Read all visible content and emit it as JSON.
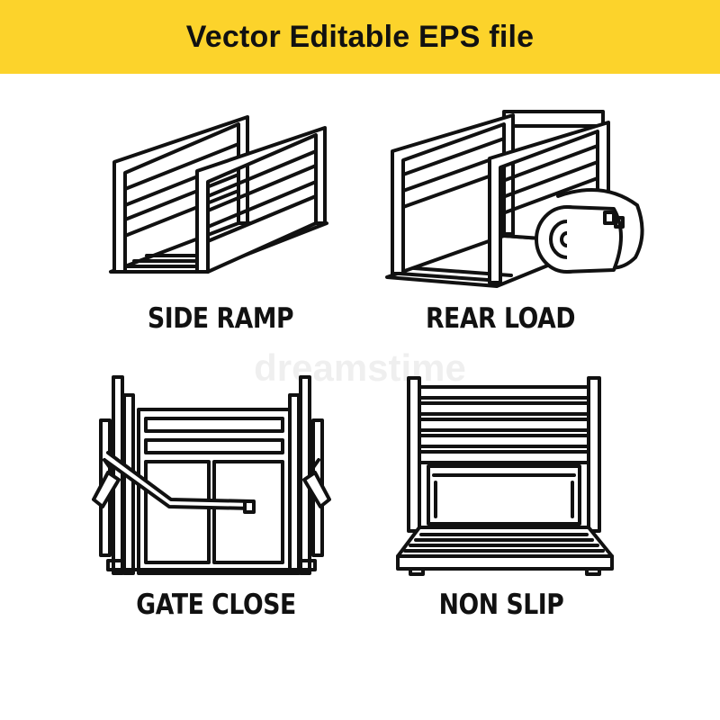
{
  "header": {
    "title": "Vector Editable EPS file",
    "background": "#fcd32b"
  },
  "watermark": "dreamstime",
  "icons": [
    {
      "id": "side-ramp",
      "label": "SIDE RAMP",
      "icon": "side-ramp-icon"
    },
    {
      "id": "rear-load",
      "label": "REAR LOAD",
      "icon": "rear-load-icon"
    },
    {
      "id": "gate-close",
      "label": "GATE CLOSE",
      "icon": "gate-close-icon"
    },
    {
      "id": "non-slip",
      "label": "NON SLIP",
      "icon": "non-slip-icon"
    }
  ],
  "colors": {
    "stroke": "#111111",
    "text": "#111111"
  }
}
